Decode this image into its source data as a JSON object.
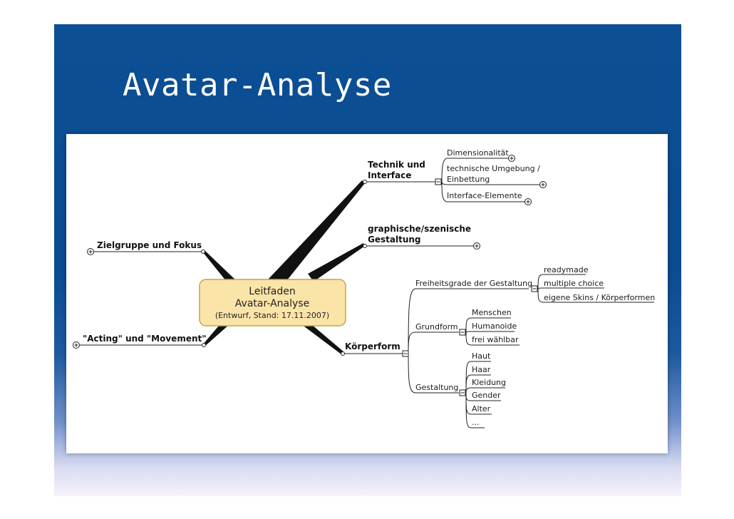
{
  "slide": {
    "title": "Avatar-Analyse"
  },
  "center": {
    "line1": "Leitfaden",
    "line2": "Avatar-Analyse",
    "line3": "(Entwurf, Stand: 17.11.2007)",
    "fill": "#fbe4a8",
    "stroke": "#c8a24c"
  },
  "branches": {
    "technik": {
      "label1": "Technik und",
      "label2": "Interface",
      "children": {
        "dimensionalitaet": "Dimensionalität",
        "umgebung1": "technische Umgebung /",
        "umgebung2": "Einbettung",
        "interface": "Interface-Elemente"
      }
    },
    "graphisch": {
      "label1": "graphische/szenische",
      "label2": "Gestaltung"
    },
    "zielgruppe": {
      "label": "Zielgruppe und Fokus"
    },
    "acting": {
      "label": "\"Acting\" und \"Movement\""
    },
    "koerperform": {
      "label": "Körperform",
      "freiheitsgrade": {
        "label": "Freiheitsgrade der Gestaltung",
        "items": [
          "readymade",
          "multiple choice",
          "eigene Skins / Körperformen"
        ]
      },
      "grundform": {
        "label": "Grundform",
        "items": [
          "Menschen",
          "Humanoide",
          "frei wählbar"
        ]
      },
      "gestaltung": {
        "label": "Gestaltung",
        "items": [
          "Haut",
          "Haar",
          "Kleidung",
          "Gender",
          "Alter",
          "..."
        ]
      }
    }
  },
  "colors": {
    "slide_blue": "#0a4b91",
    "line": "#222222",
    "branch": "#111111"
  }
}
